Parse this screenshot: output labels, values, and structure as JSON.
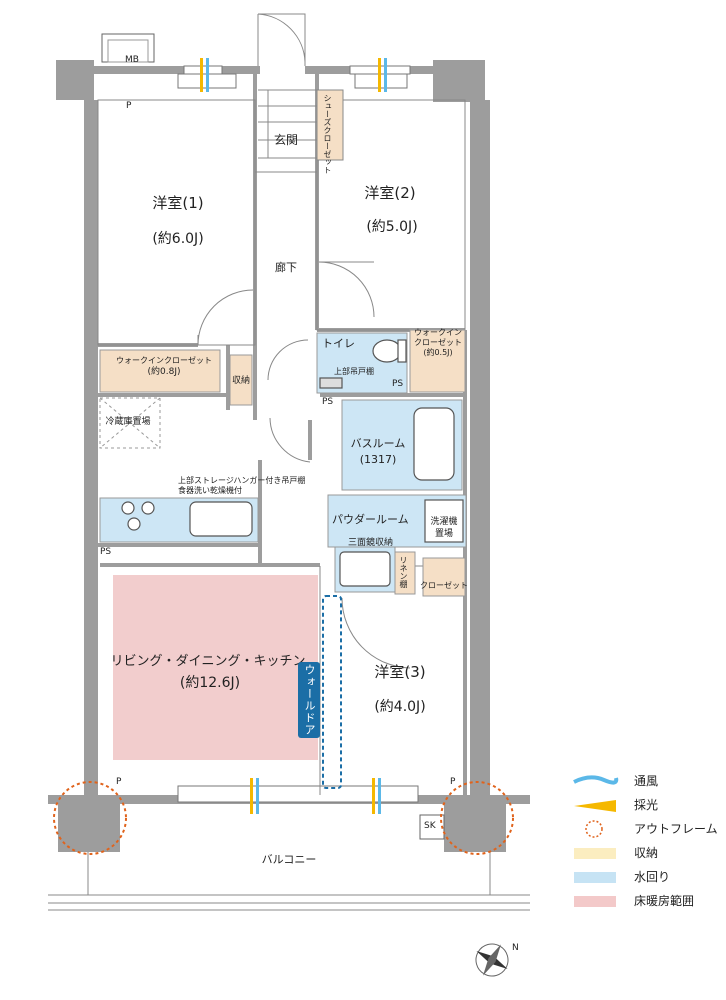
{
  "rooms": {
    "western1_name": "洋室(1)",
    "western1_size": "(約6.0J)",
    "western2_name": "洋室(2)",
    "western2_size": "(約5.0J)",
    "western3_name": "洋室(3)",
    "western3_size": "(約4.0J)",
    "ldk_name": "リビング・ダイニング・キッチン",
    "ldk_size": "(約12.6J)",
    "entrance": "玄関",
    "corridor": "廊下",
    "toilet": "トイレ",
    "upper_shelf": "上部吊戸棚",
    "bathroom_name": "バスルーム",
    "bathroom_size": "(1317)",
    "powder_room": "パウダールーム",
    "washer_line1": "洗濯機",
    "washer_line2": "置場",
    "mirror_storage": "三面鏡収納",
    "linen_shelf": "リネン棚",
    "closet": "クローゼット",
    "wic1_name": "ウォークインクローゼット",
    "wic1_size": "(約0.8J)",
    "wic2_line1": "ウォークイン",
    "wic2_line2": "クローゼット",
    "wic2_size": "(約0.5J)",
    "shoe_closet": "シューズクローゼット",
    "storage": "収納",
    "fridge": "冷蔵庫置場",
    "kitchen_note1": "上部ストレージハンガー付き吊戸棚",
    "kitchen_note2": "食器洗い乾燥機付",
    "wall_door": "ウォールドア",
    "balcony": "バルコニー",
    "mb": "MB",
    "ps": "PS",
    "p": "P",
    "sk": "SK",
    "compass_n": "N"
  },
  "legend": [
    {
      "label": "通風",
      "kind": "wind",
      "color": "#5bb8e8"
    },
    {
      "label": "採光",
      "kind": "light",
      "color": "#f5b800"
    },
    {
      "label": "アウトフレーム",
      "kind": "outframe",
      "color": "#e0631c"
    },
    {
      "label": "収納",
      "kind": "storage",
      "color": "#fbedc0"
    },
    {
      "label": "水回り",
      "kind": "water",
      "color": "#c6e3f4"
    },
    {
      "label": "床暖房範囲",
      "kind": "floorheat",
      "color": "#f3c9c9"
    }
  ],
  "colors": {
    "wall": "#9d9d9d",
    "storage_fill": "#f5dfc6",
    "water_fill": "#cde6f5",
    "floorheat_fill": "#f2cdcd",
    "walldoor_blue": "#1b6ea6",
    "outframe_orange": "#e0631c"
  }
}
